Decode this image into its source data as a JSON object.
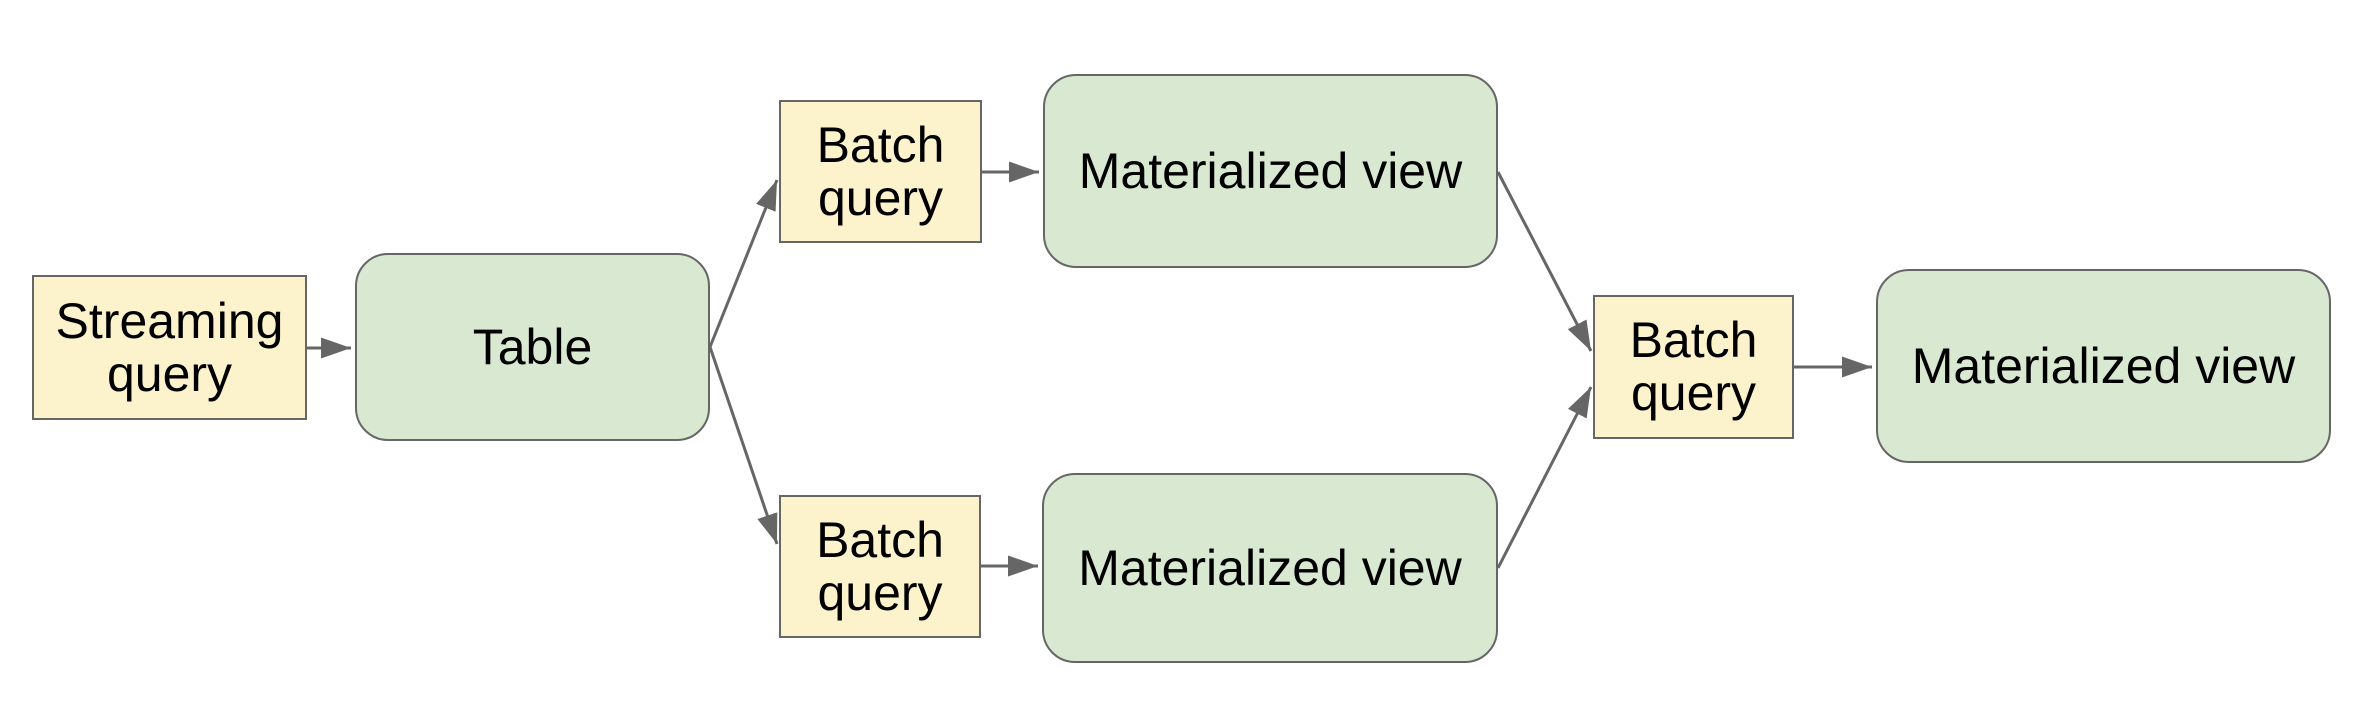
{
  "diagram": {
    "background_color": "#ffffff",
    "node_colors": {
      "query_fill": "#fcf2cc",
      "store_fill": "#d9e8d1",
      "border": "#666666",
      "arrow": "#666666",
      "text": "#000000"
    },
    "nodes": [
      {
        "id": "streaming-query",
        "label": "Streaming query",
        "shape": "rectangle"
      },
      {
        "id": "table",
        "label": "Table",
        "shape": "rounded-rectangle"
      },
      {
        "id": "batch-query-top",
        "label": "Batch query",
        "shape": "rectangle"
      },
      {
        "id": "materialized-view-top",
        "label": "Materialized view",
        "shape": "rounded-rectangle"
      },
      {
        "id": "batch-query-bottom",
        "label": "Batch query",
        "shape": "rectangle"
      },
      {
        "id": "materialized-view-bottom",
        "label": "Materialized view",
        "shape": "rounded-rectangle"
      },
      {
        "id": "batch-query-right",
        "label": "Batch query",
        "shape": "rectangle"
      },
      {
        "id": "materialized-view-right",
        "label": "Materialized view",
        "shape": "rounded-rectangle"
      }
    ],
    "edges": [
      {
        "from": "streaming-query",
        "to": "table"
      },
      {
        "from": "table",
        "to": "batch-query-top"
      },
      {
        "from": "table",
        "to": "batch-query-bottom"
      },
      {
        "from": "batch-query-top",
        "to": "materialized-view-top"
      },
      {
        "from": "batch-query-bottom",
        "to": "materialized-view-bottom"
      },
      {
        "from": "materialized-view-top",
        "to": "batch-query-right"
      },
      {
        "from": "materialized-view-bottom",
        "to": "batch-query-right"
      },
      {
        "from": "batch-query-right",
        "to": "materialized-view-right"
      }
    ]
  }
}
